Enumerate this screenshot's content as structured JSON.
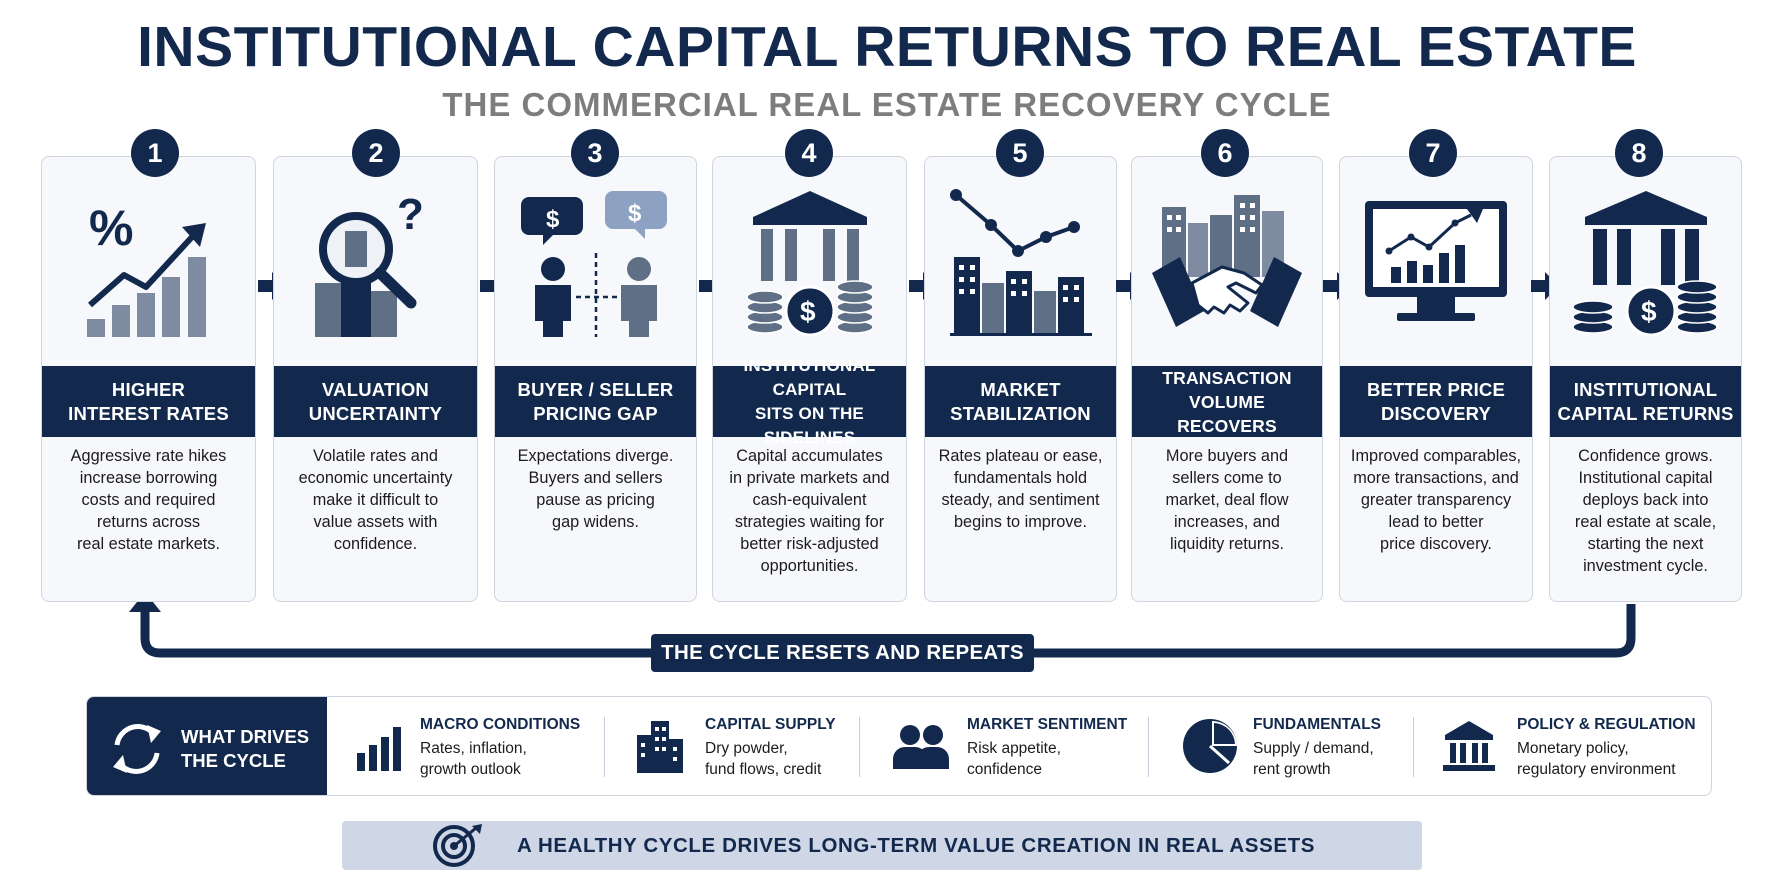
{
  "title": "INSTITUTIONAL CAPITAL RETURNS TO REAL ESTATE",
  "subtitle": "THE COMMERCIAL REAL ESTATE RECOVERY CYCLE",
  "colors": {
    "primary": "#12294d",
    "secondary": "#5f6f86",
    "accent_light": "#8da2c3"
  },
  "steps": [
    {
      "num": "1",
      "icon": "interest-rate-chart-icon",
      "title1": "HIGHER",
      "title2": "INTEREST RATES",
      "desc": [
        "Aggressive rate hikes",
        "increase borrowing",
        "costs and required",
        "returns across",
        "real estate markets."
      ]
    },
    {
      "num": "2",
      "icon": "magnifier-buildings-icon",
      "title1": "VALUATION",
      "title2": "UNCERTAINTY",
      "desc": [
        "Volatile rates and",
        "economic uncertainty",
        "make it difficult to",
        "value assets with",
        "confidence."
      ]
    },
    {
      "num": "3",
      "icon": "buyer-seller-icon",
      "title1": "BUYER / SELLER",
      "title2": "PRICING GAP",
      "desc": [
        "Expectations diverge.",
        "Buyers and sellers",
        "pause as pricing",
        "gap widens."
      ]
    },
    {
      "num": "4",
      "icon": "bank-coins-icon",
      "title1": "INSTITUTIONAL CAPITAL",
      "title2": "SITS ON THE SIDELINES",
      "desc": [
        "Capital accumulates",
        "in private markets and",
        "cash-equivalent",
        "strategies waiting for",
        "better risk-adjusted",
        "opportunities."
      ]
    },
    {
      "num": "5",
      "icon": "city-trendline-icon",
      "title1": "MARKET",
      "title2": "STABILIZATION",
      "desc": [
        "Rates plateau or ease,",
        "fundamentals hold",
        "steady, and sentiment",
        "begins to improve."
      ]
    },
    {
      "num": "6",
      "icon": "handshake-city-icon",
      "title1": "TRANSACTION VOLUME",
      "title2": "RECOVERS",
      "desc": [
        "More buyers and",
        "sellers come to",
        "market, deal flow",
        "increases, and",
        "liquidity returns."
      ]
    },
    {
      "num": "7",
      "icon": "monitor-chart-icon",
      "title1": "BETTER PRICE",
      "title2": "DISCOVERY",
      "desc": [
        "Improved comparables,",
        "more transactions, and",
        "greater transparency",
        "lead to better",
        "price discovery."
      ]
    },
    {
      "num": "8",
      "icon": "bank-capital-icon",
      "title1": "INSTITUTIONAL",
      "title2": "CAPITAL RETURNS",
      "desc": [
        "Confidence grows.",
        "Institutional capital",
        "deploys back into",
        "real estate at scale,",
        "starting the next",
        "investment cycle."
      ]
    }
  ],
  "loop_label": "THE CYCLE RESETS AND REPEATS",
  "drivers": {
    "head1": "WHAT DRIVES",
    "head2": "THE CYCLE",
    "items": [
      {
        "icon": "bar-chart-icon",
        "title": "MACRO CONDITIONS",
        "line1": "Rates, inflation,",
        "line2": "growth outlook"
      },
      {
        "icon": "buildings-icon",
        "title": "CAPITAL SUPPLY",
        "line1": "Dry powder,",
        "line2": "fund flows, credit"
      },
      {
        "icon": "people-icon",
        "title": "MARKET SENTIMENT",
        "line1": "Risk appetite,",
        "line2": "confidence"
      },
      {
        "icon": "pie-chart-icon",
        "title": "FUNDAMENTALS",
        "line1": "Supply / demand,",
        "line2": "rent growth"
      },
      {
        "icon": "government-building-icon",
        "title": "POLICY & REGULATION",
        "line1": "Monetary policy,",
        "line2": "regulatory environment"
      }
    ]
  },
  "banner": "A HEALTHY CYCLE DRIVES LONG-TERM VALUE CREATION IN REAL ASSETS"
}
